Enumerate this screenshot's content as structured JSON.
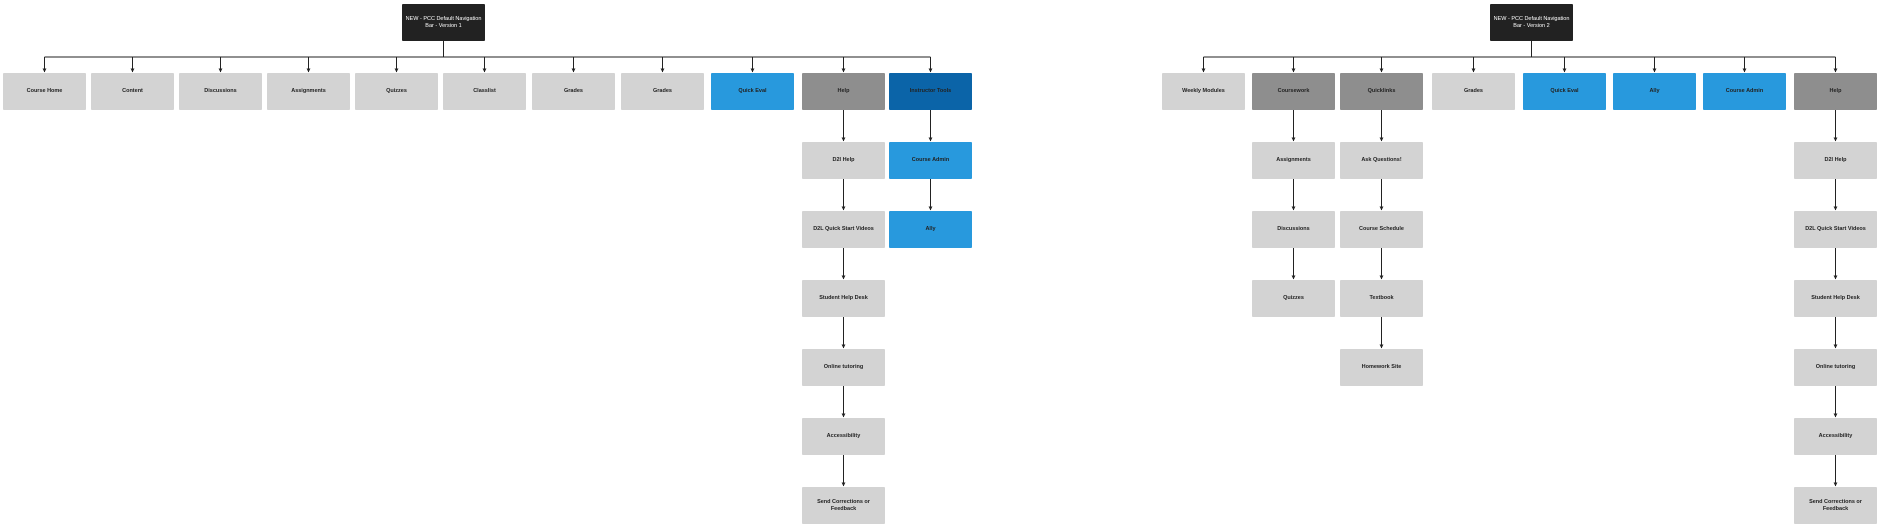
{
  "colors": {
    "root": "#222222",
    "light": "#d3d3d3",
    "gray": "#8e8e8e",
    "blue": "#2899dd",
    "darkblue": "#0b64a8",
    "connector": "#222222",
    "text_dark": "#222222",
    "text_light": "#ffffff"
  },
  "version1": {
    "root": {
      "label": "NEW - PCC Default Navigation\nBar - Version 1",
      "style": "root"
    },
    "top_items": [
      {
        "label": "Course Home",
        "style": "light"
      },
      {
        "label": "Content",
        "style": "light"
      },
      {
        "label": "Discussions",
        "style": "light"
      },
      {
        "label": "Assignments",
        "style": "light"
      },
      {
        "label": "Quizzes",
        "style": "light"
      },
      {
        "label": "Classlist",
        "style": "light"
      },
      {
        "label": "Grades",
        "style": "light"
      },
      {
        "label": "Grades",
        "style": "light"
      },
      {
        "label": "Quick Eval",
        "style": "blue"
      },
      {
        "label": "Help",
        "style": "gray",
        "children": [
          {
            "label": "D2l Help",
            "style": "light"
          },
          {
            "label": "D2L Quick Start Videos",
            "style": "light"
          },
          {
            "label": "Student Help Desk",
            "style": "light"
          },
          {
            "label": "Online tutoring",
            "style": "light"
          },
          {
            "label": "Accessibility",
            "style": "light"
          },
          {
            "label": "Send Corrections or Feedback",
            "style": "light"
          }
        ]
      },
      {
        "label": "Instructor Tools",
        "style": "darkblue",
        "children": [
          {
            "label": "Course Admin",
            "style": "blue"
          },
          {
            "label": "Ally",
            "style": "blue"
          }
        ]
      }
    ]
  },
  "version2": {
    "root": {
      "label": "NEW - PCC Default Navigation\nBar - Version 2",
      "style": "root"
    },
    "top_items": [
      {
        "label": "Weekly Modules",
        "style": "light"
      },
      {
        "label": "Coursework",
        "style": "gray",
        "children": [
          {
            "label": "Assignments",
            "style": "light"
          },
          {
            "label": "Discussions",
            "style": "light"
          },
          {
            "label": "Quizzes",
            "style": "light"
          }
        ]
      },
      {
        "label": "Quicklinks",
        "style": "gray",
        "children": [
          {
            "label": "Ask Questions!",
            "style": "light"
          },
          {
            "label": "Course Schedule",
            "style": "light"
          },
          {
            "label": "Textbook",
            "style": "light"
          },
          {
            "label": "Homework Site",
            "style": "light"
          }
        ]
      },
      {
        "label": "Grades",
        "style": "light"
      },
      {
        "label": "Quick Eval",
        "style": "blue"
      },
      {
        "label": "Ally",
        "style": "blue"
      },
      {
        "label": "Course Admin",
        "style": "blue"
      },
      {
        "label": "Help",
        "style": "gray",
        "children": [
          {
            "label": "D2l Help",
            "style": "light"
          },
          {
            "label": "D2L Quick Start Videos",
            "style": "light"
          },
          {
            "label": "Student Help Desk",
            "style": "light"
          },
          {
            "label": "Online tutoring",
            "style": "light"
          },
          {
            "label": "Accessibility",
            "style": "light"
          },
          {
            "label": "Send Corrections or Feedback",
            "style": "light"
          }
        ]
      }
    ]
  }
}
